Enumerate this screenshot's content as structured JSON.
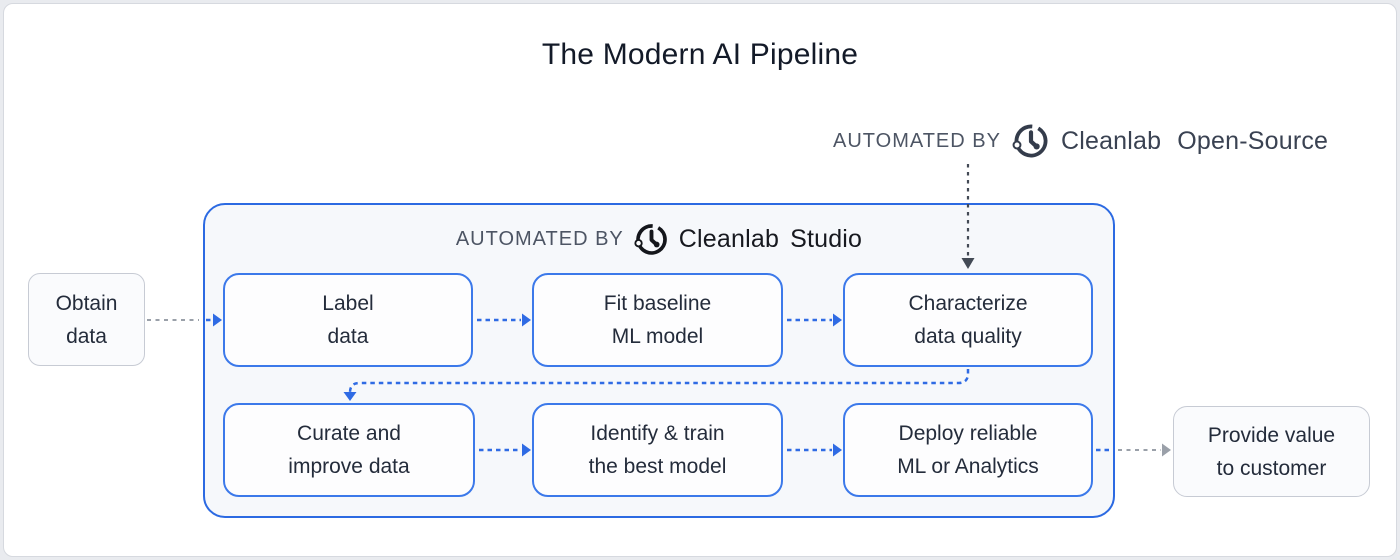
{
  "title": "The Modern AI Pipeline",
  "annotations": {
    "open_source": {
      "prefix": "AUTOMATED BY",
      "brand": "Cleanlab",
      "product": "Open-Source"
    },
    "studio": {
      "prefix": "AUTOMATED BY",
      "brand": "Cleanlab",
      "product": "Studio"
    }
  },
  "nodes": {
    "obtain_data": {
      "label": "Obtain\ndata"
    },
    "label_data": {
      "label": "Label\ndata"
    },
    "fit_baseline": {
      "label": "Fit baseline\nML model"
    },
    "characterize": {
      "label": "Characterize\ndata quality"
    },
    "curate": {
      "label": "Curate and\nimprove data"
    },
    "identify": {
      "label": "Identify & train\nthe best model"
    },
    "deploy": {
      "label": "Deploy reliable\nML or Analytics"
    },
    "provide_value": {
      "label": "Provide value\nto customer"
    }
  },
  "colors": {
    "arrow_blue": "#2f6be4",
    "node_border_blue": "#3c79ea",
    "container_border_blue": "#2c6ae2",
    "container_background": "#f6f8fb",
    "arrow_gray": "#9aa0a9",
    "arrow_dark": "#434a55",
    "gray_node_border": "#c7cbd4",
    "text_dark": "#242c3b",
    "annotation_gray": "#4d5564",
    "studio_logo_black": "#14161b",
    "open_source_logo_slate": "#343c4b"
  }
}
